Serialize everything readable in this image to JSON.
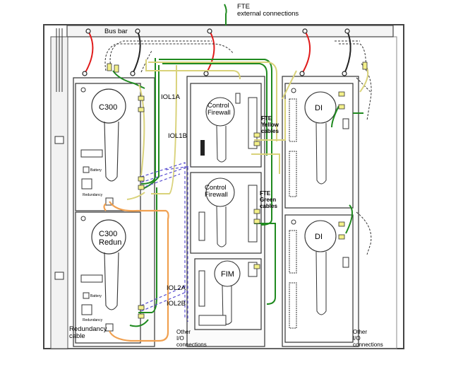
{
  "labels": {
    "fte_title": "FTE",
    "fte_subtitle": "external connections",
    "bus_bar": "Bus bar",
    "iol1a": "IOL1A",
    "iol1b": "IOL1B",
    "iol2a": "IOL2A",
    "iol2b": "IOL2B",
    "c300": "C300",
    "c300_redun_1": "C300",
    "c300_redun_2": "Redun",
    "control_fw1_1": "Control",
    "control_fw1_2": "Firewall",
    "control_fw2_1": "Control",
    "control_fw2_2": "Firewall",
    "fte_yellow_1": "FTE",
    "fte_yellow_2": "Yellow",
    "fte_yellow_3": "cables",
    "fte_green_1": "FTE",
    "fte_green_2": "Green",
    "fte_green_3": "cables",
    "fim": "FIM",
    "di_top": "DI",
    "di_bottom": "DI",
    "redundancy_cable_1": "Redundancy",
    "redundancy_cable_2": "cable",
    "other_io_mid_1": "Other",
    "other_io_mid_2": "I/O",
    "other_io_mid_3": "connections",
    "other_io_right_1": "Other",
    "other_io_right_2": "I/O",
    "other_io_right_3": "connections",
    "battery_1": "Battery",
    "battery_2": "Battery",
    "redundancy_port_1": "Redundancy",
    "redundancy_port_2": "Redundancy"
  },
  "colors": {
    "power": "#e01b1b",
    "fte_green": "#1f8a1f",
    "fte_yellow": "#d9d27a",
    "io_link": "#5a4fd0",
    "redundancy": "#f0a050",
    "frame": "#333333"
  }
}
